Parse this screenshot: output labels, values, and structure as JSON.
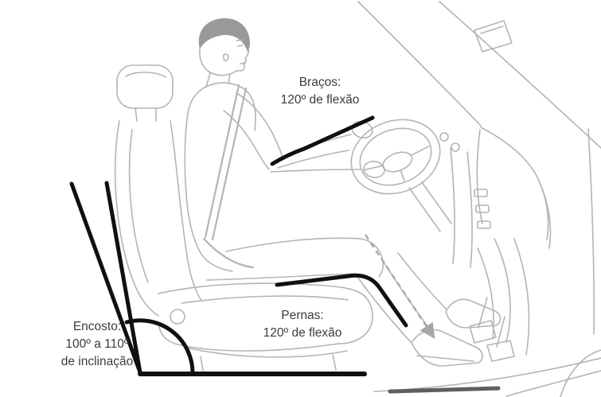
{
  "labels": {
    "arms": {
      "title": "Braços:",
      "value": "120º de flexão"
    },
    "legs": {
      "title": "Pernas:",
      "value": "120º de flexão"
    },
    "backrest": {
      "title": "Encosto:",
      "range": "100º a 110º",
      "caption": "de inclinação"
    }
  },
  "colors": {
    "background": "#ffffff",
    "sketch": "#b4b4b4",
    "sketch-dark": "#8e8e8e",
    "annotation": "#101010",
    "dashed-guide": "#a6a6a6",
    "label-text": "#3c3c3c"
  }
}
